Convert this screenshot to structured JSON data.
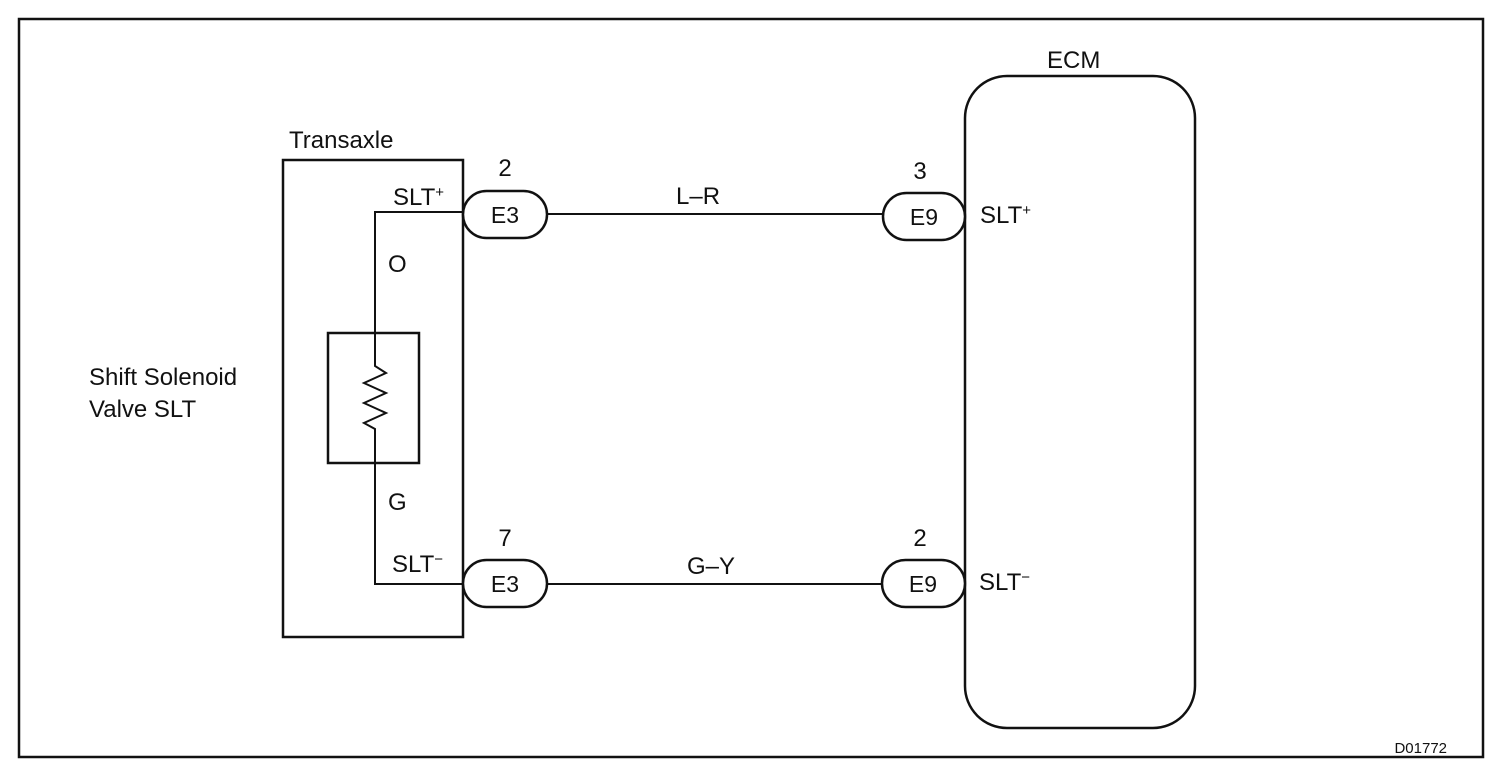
{
  "transaxle": {
    "title": "Transaxle",
    "pin_top": "SLT",
    "pin_top_sign": "+",
    "pin_bottom": "SLT",
    "pin_bottom_sign": "−",
    "wire_top_color": "O",
    "wire_bottom_color": "G"
  },
  "solenoid": {
    "label_line1": "Shift Solenoid",
    "label_line2": "Valve SLT"
  },
  "ecm": {
    "title": "ECM",
    "pin_top": "SLT",
    "pin_top_sign": "+",
    "pin_bottom": "SLT",
    "pin_bottom_sign": "−"
  },
  "connectors": {
    "e3_top": {
      "id": "E3",
      "pin": "2"
    },
    "e3_bottom": {
      "id": "E3",
      "pin": "7"
    },
    "e9_top": {
      "id": "E9",
      "pin": "3"
    },
    "e9_bottom": {
      "id": "E9",
      "pin": "2"
    }
  },
  "wires": {
    "top": "L–R",
    "bottom": "G–Y"
  },
  "figure_code": "D01772",
  "colors": {
    "ink": "#111111",
    "paper": "#ffffff"
  }
}
